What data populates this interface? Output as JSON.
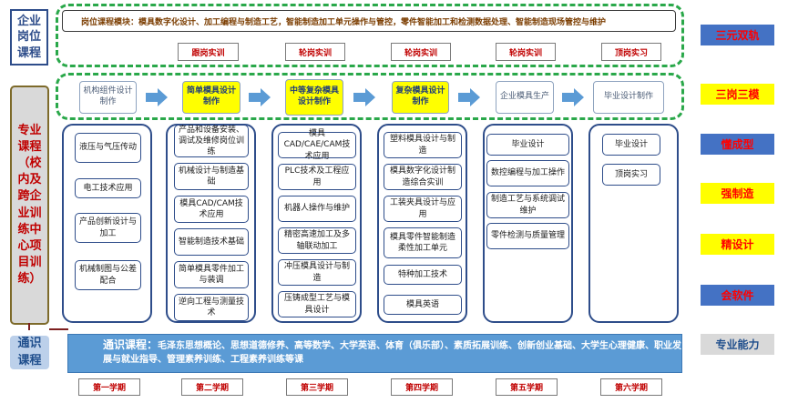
{
  "left_labels": {
    "enterprise": "企业岗位课程",
    "professional": "专业课程（校内及跨企业训练中心项目训练）",
    "general": "通识课程"
  },
  "post_modules": "岗位课程模块：模具数字化设计、加工编程与制造工艺，智能制造加工单元操作与管控，零件智能加工和检测数据处理、智能制造现场管控与维护",
  "stage_tags": [
    "跟岗实训",
    "轮岗实训",
    "轮岗实训",
    "轮岗实训",
    "顶岗实习"
  ],
  "pipeline": [
    "机构组件设计制作",
    "简单模具设计制作",
    "中等复杂模具设计制作",
    "复杂模具设计制作",
    "企业模具生产",
    "毕业设计制作"
  ],
  "columns": [
    [
      "液压与气压传动",
      "电工技术应用",
      "产品创新设计与加工",
      "机械制图与公差配合"
    ],
    [
      "产品和设备安装、调试及维修岗位训练",
      "机械设计与制造基础",
      "模具CAD/CAM技术应用",
      "智能制造技术基础",
      "简单模具零件加工与装调",
      "逆向工程与测量技术"
    ],
    [
      "模具CAD/CAE/CAM技术应用",
      "PLC技术及工程应用",
      "机器人操作与维护",
      "精密高速加工及多轴联动加工",
      "冲压模具设计与制造",
      "压铸成型工艺与模具设计"
    ],
    [
      "塑料模具设计与制造",
      "模具数字化设计制造综合实训",
      "工装夹具设计与应用",
      "模具零件智能制造柔性加工单元",
      "特种加工技术",
      "模具英语"
    ],
    [
      "毕业设计",
      "数控编程与加工操作",
      "制造工艺与系统调试维护",
      "零件检测与质量管理"
    ],
    [
      "毕业设计",
      "顶岗实习"
    ]
  ],
  "general_courses": {
    "lead": "通识课程：",
    "text": "毛泽东思想概论、思想道德修养、高等数学、大学英语、体育（俱乐部）、素质拓展训练、创新创业基础、大学生心理健康、职业发展与就业指导、管理素养训练、工程素养训练等课"
  },
  "terms": [
    "第一学期",
    "第二学期",
    "第三学期",
    "第四学期",
    "第五学期",
    "第六学期"
  ],
  "right_tags": [
    {
      "label": "三元双轨",
      "bg": "#4472c4",
      "fg": "#ff0000"
    },
    {
      "label": "三岗三模",
      "bg": "#ffff00",
      "fg": "#ff0000"
    },
    {
      "label": "懂成型",
      "bg": "#4472c4",
      "fg": "#ff0000"
    },
    {
      "label": "强制造",
      "bg": "#ffff00",
      "fg": "#ff0000"
    },
    {
      "label": "精设计",
      "bg": "#ffff00",
      "fg": "#ff0000"
    },
    {
      "label": "会软件",
      "bg": "#4472c4",
      "fg": "#ff0000"
    },
    {
      "label": "专业能力",
      "bg": "#d9d9d9",
      "fg": "#1f4e8c"
    }
  ],
  "colors": {
    "accent_blue": "#2e4d8a",
    "highlight_yellow": "#ffff00",
    "dashed_green": "#2aa84a",
    "arrow_blue": "#5b9bd5",
    "gen_bar": "#5b9bd5"
  }
}
